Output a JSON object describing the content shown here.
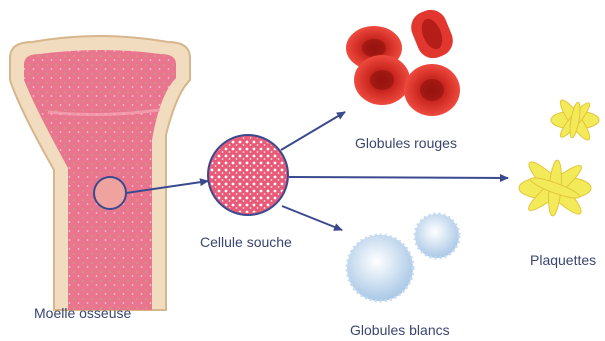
{
  "labels": {
    "bone_marrow": "Moelle osseuse",
    "stem_cell": "Cellule souche",
    "red_cells": "Globules rouges",
    "white_cells": "Globules blancs",
    "platelets": "Plaquettes"
  },
  "colors": {
    "bone": "#f1dcc0",
    "bone_edge": "#d7b58d",
    "marrow": "#e9768e",
    "stem_cell": "#e75b79",
    "arrow": "#3b4a8e",
    "red_cell": "#e2372f",
    "red_cell_dark": "#b51d18",
    "white_cell": "#cfe3f5",
    "platelet": "#f3ea5a",
    "label_text": "#3a4570"
  }
}
